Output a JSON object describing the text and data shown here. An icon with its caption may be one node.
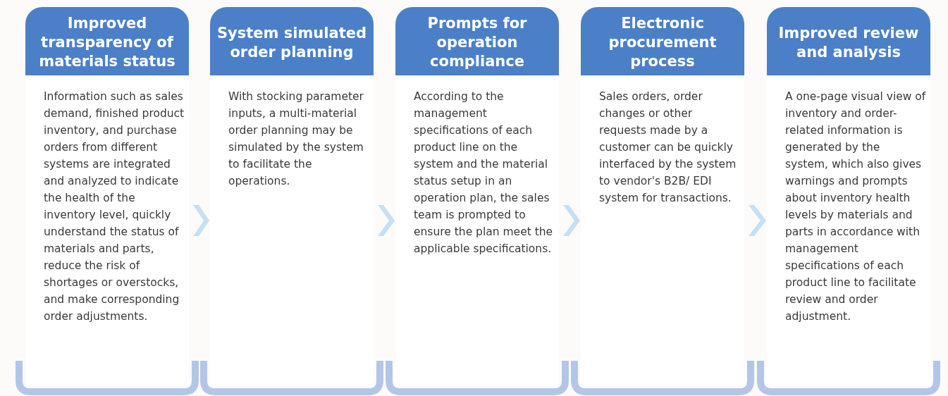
{
  "diagram": {
    "nodes": [
      {
        "text": [
          "Improved transparency of materials status",
          "Information such as sales demand, finished product inventory, and purchase orders from different systems are integrated and analyzed to indicate the health of the inventory level, quickly understand the status of materials and parts, reduce the risk of shortages or overstocks, and make corresponding order adjustments."
        ]
      },
      {
        "text": [
          "System simulated order planning",
          "With stocking parameter inputs, a multi-material order planning may be simulated by the system to facilitate the operations."
        ]
      },
      {
        "text": [
          "Prompts for operation compliance",
          "According to the management specifications of each product line on the system and the material status setup in an operation plan, the sales team is prompted to ensure the plan meet the applicable specifications."
        ]
      },
      {
        "text": [
          "Electronic procurement process",
          "Sales orders, order changes or other requests made by a customer can be quickly interfaced by the system to vendor's B2B/ EDI system for transactions."
        ]
      },
      {
        "text": [
          "Improved review and analysis",
          "A one-page visual view of inventory and order-related information is generated by the system, which also gives warnings and prompts about inventory health levels by materials and parts in accordance with management specifications of each product line to facilitate review and order adjustment."
        ]
      }
    ],
    "edges": [
      {
        "from": 0,
        "to": 1,
        "arrow": "to"
      },
      {
        "from": 1,
        "to": 2,
        "arrow": "to"
      },
      {
        "from": 2,
        "to": 3,
        "arrow": "to"
      },
      {
        "from": 3,
        "to": 4,
        "arrow": "to"
      }
    ]
  }
}
